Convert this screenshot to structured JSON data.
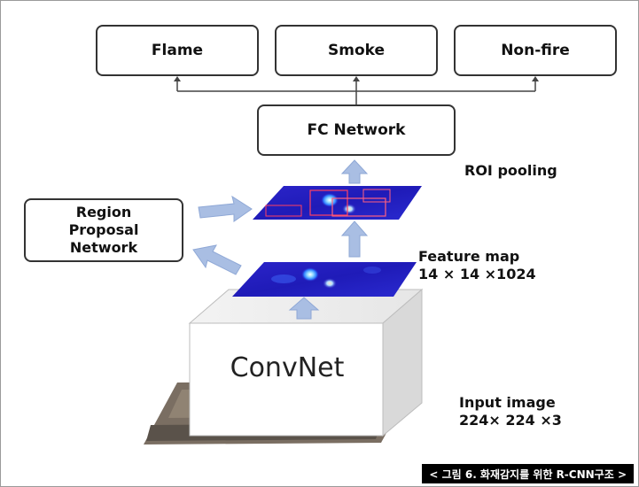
{
  "outputs": {
    "flame": "Flame",
    "smoke": "Smoke",
    "nonfire": "Non-fire"
  },
  "fc_network": "FC Network",
  "roi_pooling": "ROI pooling",
  "rpn": {
    "line1": "Region",
    "line2": "Proposal",
    "line3": "Network"
  },
  "feature_map": {
    "title": "Feature map",
    "dims": "14 × 14 ×1024"
  },
  "convnet": "ConvNet",
  "input_image": {
    "title": "Input image",
    "dims": "224× 224 ×3"
  },
  "caption": "< 그림 6. 화재감지를 위한 R-CNN구조 >",
  "colors": {
    "arrow_fill": "#a9bee3",
    "arrow_stroke": "#8fa8d6",
    "feature_map_bg": "#2a22c8",
    "box_border": "#333333"
  }
}
